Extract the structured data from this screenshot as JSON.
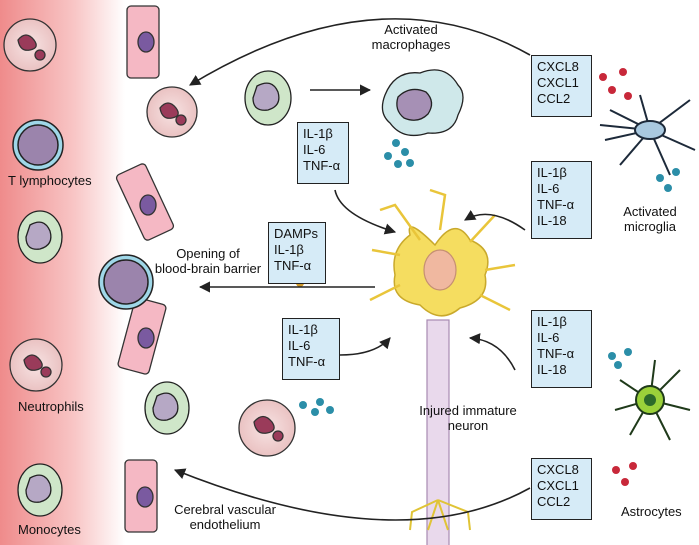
{
  "cells_left": {
    "t_lymphocytes": "T lymphocytes",
    "neutrophils": "Neutrophils",
    "monocytes": "Monocytes"
  },
  "labels": {
    "activated_macrophages_1": "Activated",
    "activated_macrophages_2": "macrophages",
    "activated_microglia_1": "Activated",
    "activated_microglia_2": "microglia",
    "opening_1": "Opening of",
    "opening_2": "blood-brain barrier",
    "injured_1": "Injured immature",
    "injured_2": "neuron",
    "astrocytes": "Astrocytes",
    "cerebral_1": "Cerebral vascular",
    "cerebral_2": "endothelium"
  },
  "boxes": {
    "macrophage_cytokines": [
      "IL-1β",
      "IL-6",
      "TNF-α"
    ],
    "chemokines_top": [
      "CXCL8",
      "CXCL1",
      "CCL2"
    ],
    "microglia_cytokines": [
      "IL-1β",
      "IL-6",
      "TNF-α",
      "IL-18"
    ],
    "damps": [
      "DAMPs",
      "IL-1β",
      "TNF-α"
    ],
    "neutrophil_cytokines": [
      "IL-1β",
      "IL-6",
      "TNF-α"
    ],
    "astro_cytokines": [
      "IL-1β",
      "IL-6",
      "TNF-α",
      "IL-18"
    ],
    "chemokines_bottom": [
      "CXCL8",
      "CXCL1",
      "CCL2"
    ]
  },
  "colors": {
    "vessel_gradient_start": "#f08a8a",
    "vessel_gradient_end": "#ffffff",
    "box_fill": "#d6ebf7",
    "neuron": "#f3d34a",
    "axon": "#e9d9ec"
  }
}
